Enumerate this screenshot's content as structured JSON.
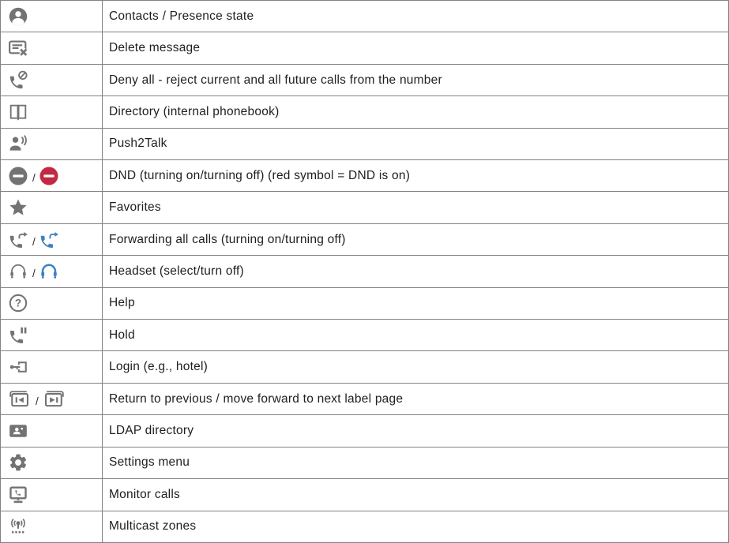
{
  "colors": {
    "icon_gray": "#737373",
    "dnd_red": "#C42943",
    "active_blue": "#3E82C4",
    "table_border": "#828282",
    "text": "#1E1E1E"
  },
  "icon_separator": "/",
  "rows": [
    {
      "icons": [
        "contacts-presence-icon"
      ],
      "label": "Contacts / Presence state"
    },
    {
      "icons": [
        "delete-message-icon"
      ],
      "label": "Delete message"
    },
    {
      "icons": [
        "deny-all-icon"
      ],
      "label": "Deny all - reject current and all future calls from the number"
    },
    {
      "icons": [
        "directory-icon"
      ],
      "label": "Directory (internal phonebook)"
    },
    {
      "icons": [
        "push2talk-icon"
      ],
      "label": "Push2Talk"
    },
    {
      "icons": [
        "dnd-off-icon",
        "dnd-on-icon"
      ],
      "label": "DND (turning on/turning off) (red symbol = DND is on)"
    },
    {
      "icons": [
        "favorites-icon"
      ],
      "label": "Favorites"
    },
    {
      "icons": [
        "forwarding-off-icon",
        "forwarding-on-icon"
      ],
      "label": "Forwarding all calls (turning on/turning off)"
    },
    {
      "icons": [
        "headset-select-icon",
        "headset-off-icon"
      ],
      "label": "Headset (select/turn off)"
    },
    {
      "icons": [
        "help-icon"
      ],
      "label": "Help"
    },
    {
      "icons": [
        "hold-icon"
      ],
      "label": "Hold"
    },
    {
      "icons": [
        "login-icon"
      ],
      "label": "Login (e.g., hotel)"
    },
    {
      "icons": [
        "previous-label-page-icon",
        "next-label-page-icon"
      ],
      "label": "Return to previous / move forward to next label page"
    },
    {
      "icons": [
        "ldap-directory-icon"
      ],
      "label": "LDAP directory"
    },
    {
      "icons": [
        "settings-icon"
      ],
      "label": "Settings menu"
    },
    {
      "icons": [
        "monitor-calls-icon"
      ],
      "label": "Monitor calls"
    },
    {
      "icons": [
        "multicast-zones-icon"
      ],
      "label": "Multicast zones"
    }
  ]
}
